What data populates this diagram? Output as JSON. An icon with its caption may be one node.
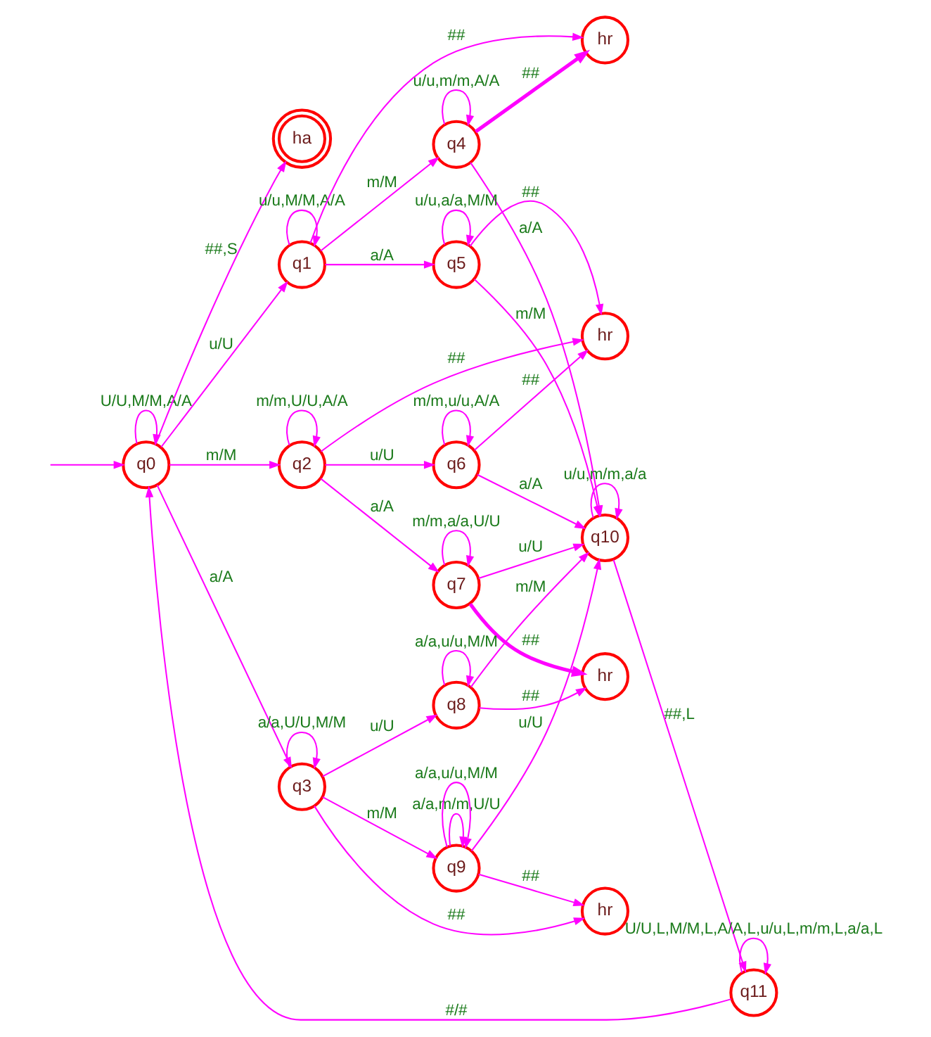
{
  "diagram": {
    "nodes": [
      {
        "text": [
          "q0"
        ]
      },
      {
        "text": [
          "ha"
        ]
      },
      {
        "text": [
          "q1"
        ]
      },
      {
        "text": [
          "q2"
        ]
      },
      {
        "text": [
          "q3"
        ]
      },
      {
        "text": [
          "q4"
        ]
      },
      {
        "text": [
          "q5"
        ]
      },
      {
        "text": [
          "q6"
        ]
      },
      {
        "text": [
          "q7"
        ]
      },
      {
        "text": [
          "q8"
        ]
      },
      {
        "text": [
          "q9"
        ]
      },
      {
        "text": [
          "q10"
        ]
      },
      {
        "text": [
          "q11"
        ]
      },
      {
        "text": [
          "hr"
        ]
      },
      {
        "text": [
          "hr"
        ]
      },
      {
        "text": [
          "hr"
        ]
      },
      {
        "text": [
          "hr"
        ]
      }
    ],
    "edges": [
      {
        "from": null,
        "to": 0,
        "arrow": "to"
      },
      {
        "from": 0,
        "to": 0,
        "arrow": "to",
        "label": "U/U,M/M,A/A"
      },
      {
        "from": 0,
        "to": 1,
        "arrow": "to",
        "label": "##,S"
      },
      {
        "from": 0,
        "to": 2,
        "arrow": "to",
        "label": "u/U"
      },
      {
        "from": 0,
        "to": 3,
        "arrow": "to",
        "label": "m/M"
      },
      {
        "from": 0,
        "to": 4,
        "arrow": "to",
        "label": "a/A"
      },
      {
        "from": 2,
        "to": 2,
        "arrow": "to",
        "label": "u/u,M/M,A/A"
      },
      {
        "from": 2,
        "to": 13,
        "arrow": "to",
        "label": "##"
      },
      {
        "from": 2,
        "to": 5,
        "arrow": "to",
        "label": "m/M"
      },
      {
        "from": 2,
        "to": 6,
        "arrow": "to",
        "label": "a/A"
      },
      {
        "from": 3,
        "to": 3,
        "arrow": "to",
        "label": "m/m,U/U,A/A"
      },
      {
        "from": 3,
        "to": 14,
        "arrow": "to",
        "label": "##"
      },
      {
        "from": 3,
        "to": 7,
        "arrow": "to",
        "label": "u/U"
      },
      {
        "from": 3,
        "to": 8,
        "arrow": "to",
        "label": "a/A"
      },
      {
        "from": 4,
        "to": 4,
        "arrow": "to",
        "label": "a/a,U/U,M/M"
      },
      {
        "from": 4,
        "to": 9,
        "arrow": "to",
        "label": "u/U"
      },
      {
        "from": 4,
        "to": 10,
        "arrow": "to",
        "label": "m/M"
      },
      {
        "from": 4,
        "to": 16,
        "arrow": "to",
        "label": "##"
      },
      {
        "from": 5,
        "to": 5,
        "arrow": "to",
        "label": "u/u,m/m,A/A"
      },
      {
        "from": 5,
        "to": 13,
        "arrow": "to",
        "label": "##",
        "style": "thick"
      },
      {
        "from": 5,
        "to": 11,
        "arrow": "to",
        "label": "a/A"
      },
      {
        "from": 6,
        "to": 6,
        "arrow": "to",
        "label": "u/u,a/a,M/M"
      },
      {
        "from": 6,
        "to": 14,
        "arrow": "to",
        "label": "##"
      },
      {
        "from": 6,
        "to": 11,
        "arrow": "to",
        "label": "m/M"
      },
      {
        "from": 7,
        "to": 7,
        "arrow": "to",
        "label": "m/m,u/u,A/A"
      },
      {
        "from": 7,
        "to": 14,
        "arrow": "to",
        "label": "##"
      },
      {
        "from": 7,
        "to": 11,
        "arrow": "to",
        "label": "a/A"
      },
      {
        "from": 8,
        "to": 8,
        "arrow": "to",
        "label": "m/m,a/a,U/U"
      },
      {
        "from": 8,
        "to": 15,
        "arrow": "to",
        "label": "##",
        "style": "thick"
      },
      {
        "from": 8,
        "to": 11,
        "arrow": "to",
        "label": "u/U"
      },
      {
        "from": 9,
        "to": 9,
        "arrow": "to",
        "label": "a/a,u/u,M/M"
      },
      {
        "from": 9,
        "to": 15,
        "arrow": "to",
        "label": "##"
      },
      {
        "from": 9,
        "to": 11,
        "arrow": "to",
        "label": "m/M"
      },
      {
        "from": 10,
        "to": 10,
        "arrow": "to",
        "label": "a/a,m/m,U/U"
      },
      {
        "from": 10,
        "to": 10,
        "arrow": "to",
        "label": "a/a,u/u,M/M"
      },
      {
        "from": 10,
        "to": 16,
        "arrow": "to",
        "label": "##"
      },
      {
        "from": 10,
        "to": 11,
        "arrow": "to",
        "label": "u/U"
      },
      {
        "from": 11,
        "to": 11,
        "arrow": "to",
        "label": "u/u,m/m,a/a"
      },
      {
        "from": 11,
        "to": 12,
        "arrow": "to",
        "label": "##,L"
      },
      {
        "from": 12,
        "to": 12,
        "arrow": "to",
        "label": "U/U,L,M/M,L,A/A,L,u/u,L,m/m,L,a/a,L"
      },
      {
        "from": 12,
        "to": 0,
        "arrow": "to",
        "label": "#/#"
      }
    ]
  }
}
